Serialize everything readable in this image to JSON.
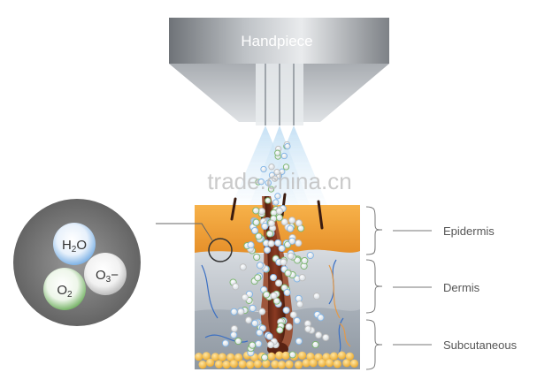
{
  "handpiece": {
    "label": "Handpiece"
  },
  "layers": [
    {
      "label": "Epidermis"
    },
    {
      "label": "Dermis"
    },
    {
      "label": "Subcutaneous"
    }
  ],
  "molecules": {
    "water": {
      "main": "H",
      "sub": "2",
      "tail": "O",
      "color": "#7fb3e6"
    },
    "ozone": {
      "main": "O",
      "sub": "3",
      "tail": "−",
      "color": "#cfcfcf"
    },
    "oxygen": {
      "main": "O",
      "sub": "2",
      "tail": "",
      "color": "#79b56a"
    }
  },
  "watermark": "trade.china.cn",
  "colors": {
    "epidermis": "#f3a23a",
    "dermis": "#cfd3d8",
    "subcutaneous": "#9aa3ad",
    "spray": "#cfe6f7",
    "fat": "#f3b93a",
    "hair_shaft": "#6b2a17"
  }
}
